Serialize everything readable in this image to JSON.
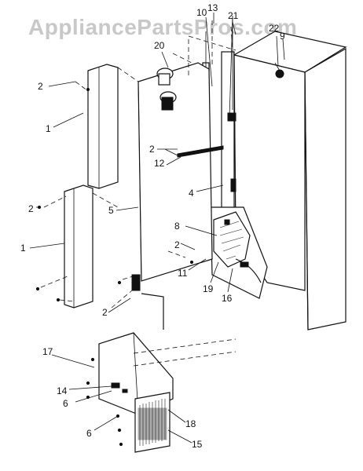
{
  "watermark": "AppliancePartsPros.com",
  "callouts": {
    "c1a": "1",
    "c1b": "1",
    "c2a": "2",
    "c2b": "2",
    "c2c": "2",
    "c2d": "2",
    "c2e": "2",
    "c4": "4",
    "c5": "5",
    "c6a": "6",
    "c6b": "6",
    "c8": "8",
    "c9": "9",
    "c10": "10",
    "c11": "11",
    "c12": "12",
    "c13": "13",
    "c14": "14",
    "c15": "15",
    "c16": "16",
    "c17": "17",
    "c18": "18",
    "c19": "19",
    "c20": "20",
    "c21": "21",
    "c22": "22"
  }
}
